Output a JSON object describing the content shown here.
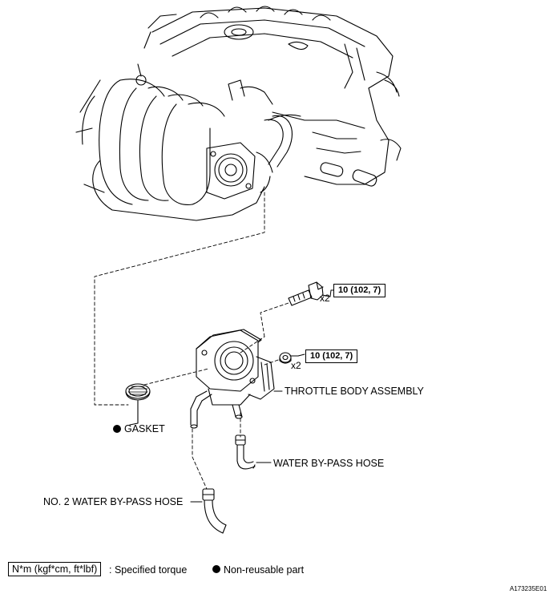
{
  "labels": {
    "gasket": "GASKET",
    "throttle_body": "THROTTLE BODY ASSEMBLY",
    "water_bypass": "WATER BY-PASS HOSE",
    "no2_water_bypass": "NO. 2 WATER BY-PASS HOSE"
  },
  "torque": {
    "bolt": "10 (102, 7)",
    "nut": "10 (102, 7)"
  },
  "quantity": {
    "bolt": "x2",
    "nut": "x2"
  },
  "legend": {
    "torque_unit": "N*m (kgf*cm, ft*lbf)",
    "torque_desc": ": Specified torque",
    "nonreusable": "Non-reusable part"
  },
  "figure_code": "A173235E01"
}
